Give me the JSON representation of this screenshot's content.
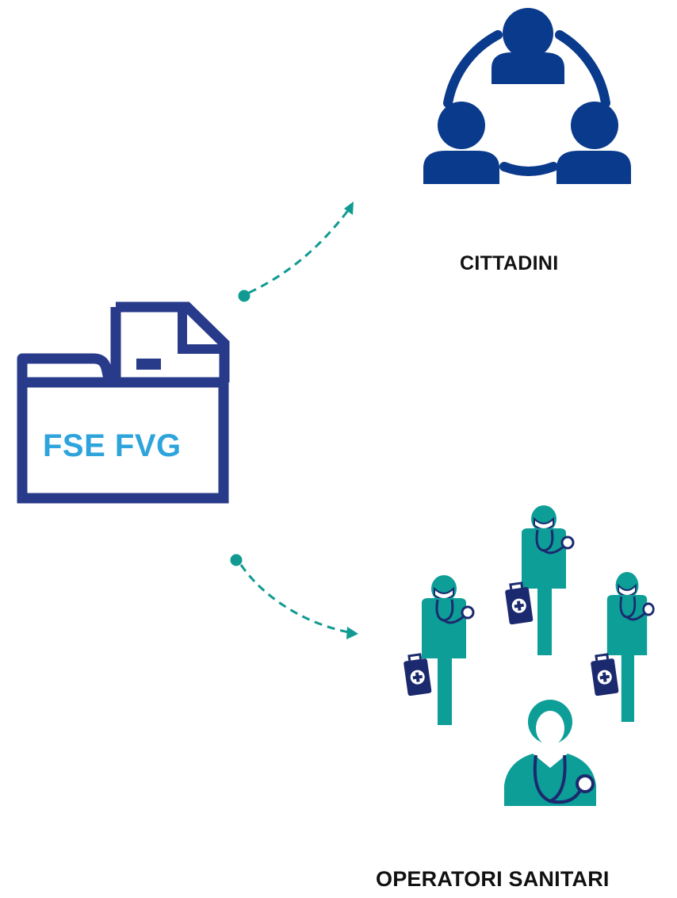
{
  "diagram": {
    "source": {
      "icon": "folder-document-icon",
      "label": "FSE FVG"
    },
    "targets": [
      {
        "icon": "people-group-circle-icon",
        "label": "CITTADINI"
      },
      {
        "icon": "medical-staff-group-icon",
        "label": "OPERATORI SANITARI"
      }
    ]
  },
  "colors": {
    "folder_outline": "#283a8a",
    "folder_text": "#2ea3dc",
    "people_blue": "#0a3a8c",
    "staff_teal": "#0d9e98",
    "stethoscope_navy": "#1b2a6e",
    "arrow_teal": "#119a92",
    "label_black": "#111111"
  }
}
